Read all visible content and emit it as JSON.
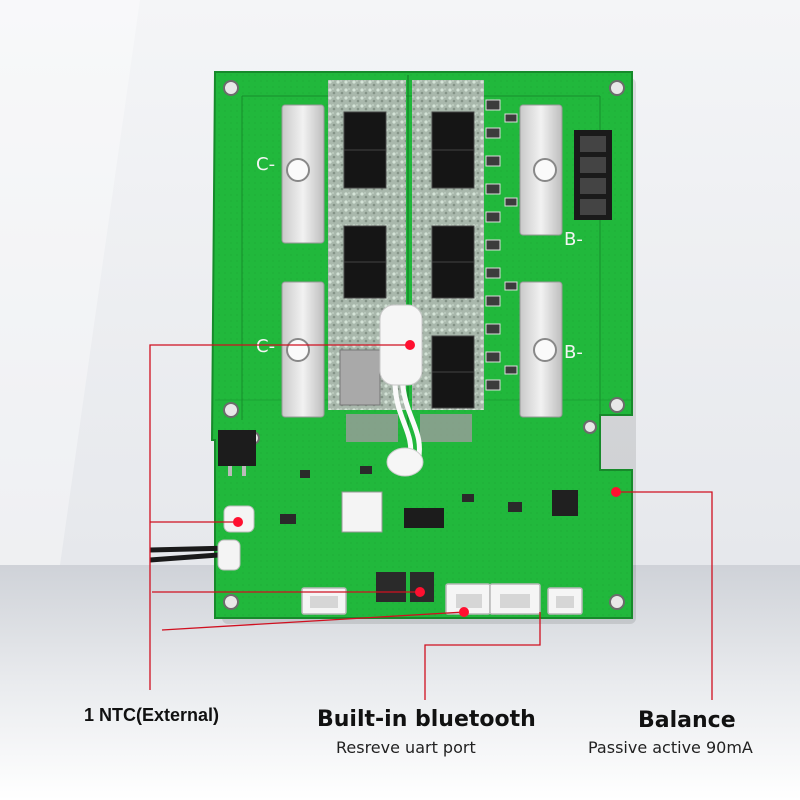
{
  "board": {
    "silk_c_top": "C-",
    "silk_c_mid": "C-",
    "silk_b_top": "B-",
    "silk_b_mid": "B-"
  },
  "callouts": {
    "ntc": {
      "title": "1 NTC(External)"
    },
    "bluetooth": {
      "title": "Built-in bluetooth",
      "subtitle": "Resreve uart port"
    },
    "balance": {
      "title": "Balance",
      "subtitle": "Passive active 90mA"
    }
  },
  "colors": {
    "pcb": "#20b43a",
    "pcb_dark": "#178a2b",
    "marker": "#ff1030",
    "leader": "#d01020"
  }
}
